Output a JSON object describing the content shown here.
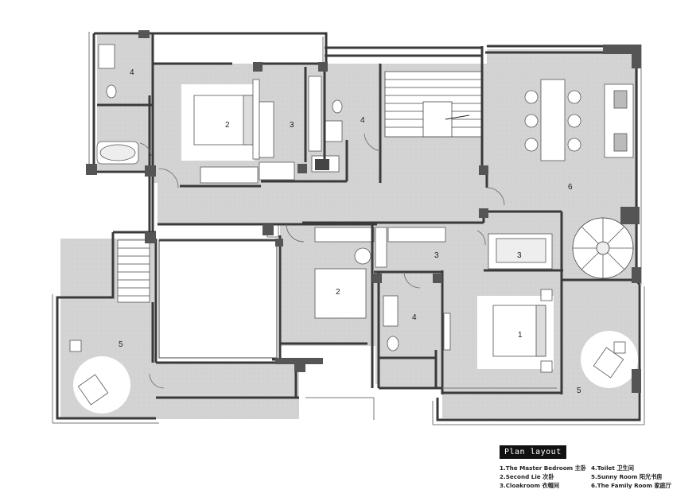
{
  "legend": {
    "title": "Plan layout",
    "items": [
      "1.The Master Bedroom 主卧",
      "4.Toilet 卫生间",
      "2.Second Lie 次卧",
      "5.Sunny Room 阳光书房",
      "3.Cloakroom 衣帽间",
      "6.The Family Room 家庭厅"
    ]
  },
  "rooms": {
    "toilet_top_left": "4",
    "second_bed_top": "2",
    "cloak_top": "3",
    "toilet_top_mid": "4",
    "family_room": "6",
    "cloak_mid": "3",
    "cloak_right": "3",
    "second_bed_mid": "2",
    "toilet_mid": "4",
    "master_bed": "1",
    "sunny_left": "5",
    "sunny_right": "5"
  },
  "colors": {
    "floor": "#d4d4d4",
    "wall": "#3a3a3a",
    "column": "#555555",
    "furniture": "#ffffff"
  }
}
